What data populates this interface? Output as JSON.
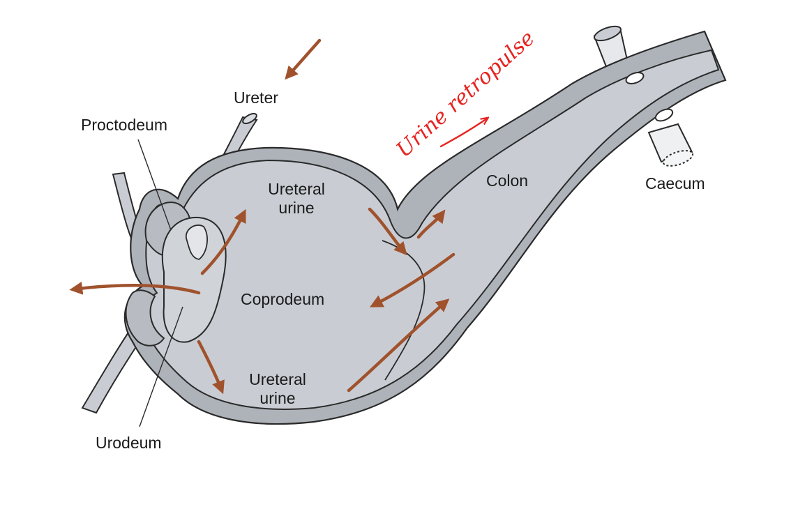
{
  "labels": {
    "ureter": "Ureter",
    "proctodeum": "Proctodeum",
    "ureteral_urine_top": "Ureteral\nurine",
    "coprodeum": "Coprodeum",
    "ureteral_urine_bottom": "Ureteral\nurine",
    "urodeum": "Urodeum",
    "colon": "Colon",
    "caecum": "Caecum"
  },
  "annotation": {
    "handwritten": "Urine retropulse"
  },
  "colors": {
    "tissue_fill": "#c9cdd3",
    "wall_fill": "#aeb3ba",
    "outline": "#2a2a2a",
    "arrow": "#a0522d",
    "annotation_ink": "#e8231f"
  }
}
